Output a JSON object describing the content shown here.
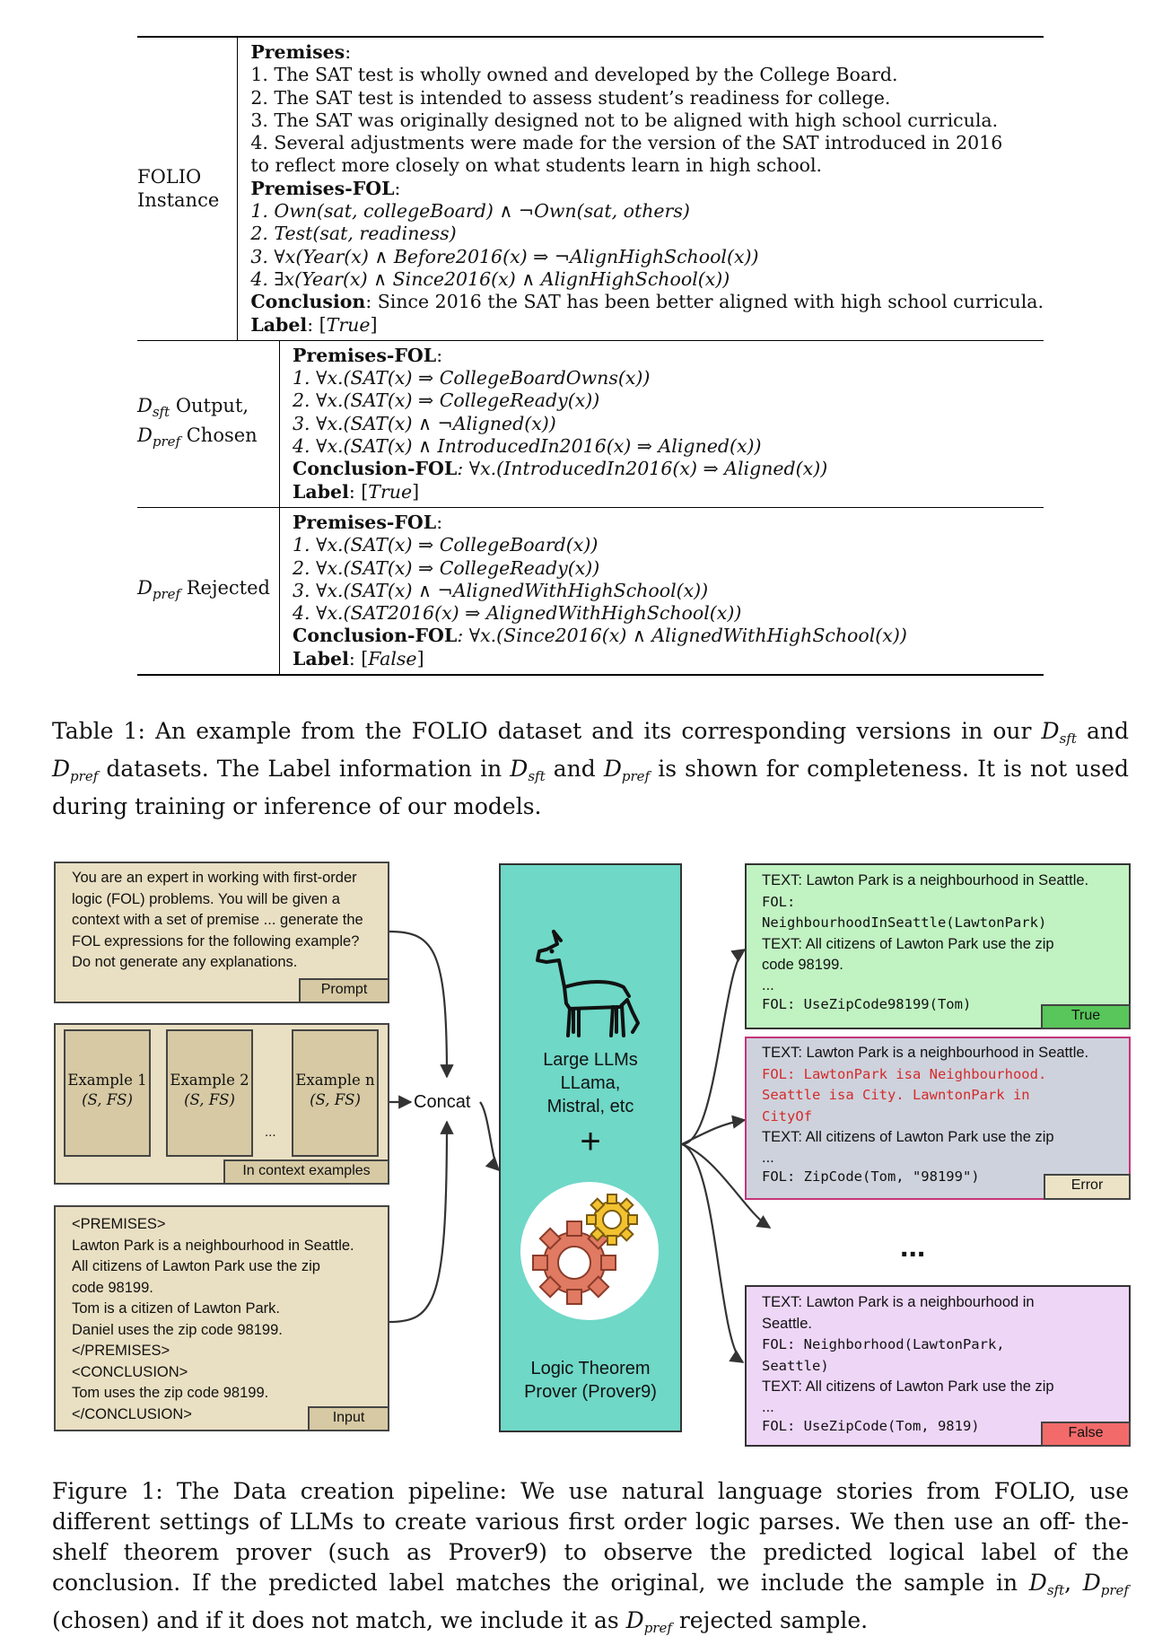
{
  "table": {
    "row1": {
      "left": [
        "FOLIO",
        "Instance"
      ],
      "premises_heading": "Premises",
      "premises": [
        "1. The SAT test is wholly owned and developed by the College Board.",
        "2. The SAT test is intended to assess student’s readiness for college.",
        "3. The SAT was originally designed not to be aligned with high school curricula.",
        "4. Several adjustments were made for the version of the SAT introduced in 2016",
        "to reflect more closely on what students learn in high school."
      ],
      "fol_heading": "Premises-FOL",
      "fol": [
        "1. Own(sat, collegeBoard) ∧ ¬Own(sat, others)",
        "2. Test(sat, readiness)",
        "3. ∀x(Year(x) ∧ Before2016(x) ⇒ ¬AlignHighSchool(x))",
        "4. ∃x(Year(x) ∧ Since2016(x) ∧ AlignHighSchool(x))"
      ],
      "conclusion_heading": "Conclusion",
      "conclusion": ": Since 2016 the SAT has been better aligned with high school curricula.",
      "label_heading": "Label",
      "label": "True"
    },
    "row2": {
      "left_a": "Output,",
      "left_b": "Chosen",
      "fol_heading": "Premises-FOL",
      "fol": [
        "1. ∀x.(SAT(x) ⇒ CollegeBoardOwns(x))",
        "2. ∀x.(SAT(x) ⇒ CollegeReady(x))",
        "3. ∀x.(SAT(x) ∧ ¬Aligned(x))",
        "4. ∀x.(SAT(x) ∧ IntroducedIn2016(x) ⇒ Aligned(x))"
      ],
      "conclusion_heading": "Conclusion-FOL",
      "conclusion": ": ∀x.(IntroducedIn2016(x) ⇒ Aligned(x))",
      "label_heading": "Label",
      "label": "True"
    },
    "row3": {
      "left": "Rejected",
      "fol_heading": "Premises-FOL",
      "fol": [
        "1. ∀x.(SAT(x) ⇒ CollegeBoard(x))",
        "2. ∀x.(SAT(x) ⇒ CollegeReady(x))",
        "3. ∀x.(SAT(x) ∧ ¬AlignedWithHighSchool(x))",
        "4. ∀x.(SAT2016(x) ⇒ AlignedWithHighSchool(x))"
      ],
      "conclusion_heading": "Conclusion-FOL",
      "conclusion": ": ∀x.(Since2016(x) ∧ AlignedWithHighSchool(x))",
      "label_heading": "Label",
      "label": "False"
    },
    "d_symbol": "D",
    "sub_sft": "sft",
    "sub_pref": "pref"
  },
  "caption1": {
    "lead": "Table 1: An example from the FOLIO dataset and its corresponding versions in our",
    "and1": "and",
    "line2a": "datasets. The Label information in",
    "and2": "and",
    "line2b": "is shown for completeness. It is not used during",
    "line3": "training or inference of our models."
  },
  "figure": {
    "prompt_text": "You are an expert in working with first-order logic (FOL) problems. You will be given a context with a set of premise ... generate the FOL expressions for the following example? Do not generate any explanations.",
    "prompt_tag": "Prompt",
    "examples": [
      {
        "title": "Example 1",
        "sub": "(S, FS)"
      },
      {
        "title": "Example 2",
        "sub": "(S, FS)"
      },
      {
        "title": "Example n",
        "sub": "(S, FS)"
      }
    ],
    "ellipsis": "...",
    "examples_tag": "In context examples",
    "concat": "Concat",
    "input_lines": [
      "<PREMISES>",
      "Lawton Park is a neighbourhood in Seattle.",
      "All citizens of Lawton Park use the zip",
      "code 98199.",
      "Tom is a citizen of Lawton Park.",
      "Daniel uses the zip code 98199.",
      "</PREMISES>",
      "<CONCLUSION>",
      "Tom uses the zip code 98199.",
      "</CONCLUSION>"
    ],
    "input_tag": "Input",
    "llm_label": [
      "Large LLMs",
      "LLama,",
      "Mistral, etc"
    ],
    "plus": "+",
    "prover_label": [
      "Logic Theorem",
      "Prover (Prover9)"
    ],
    "out_true": {
      "t1": "TEXT: Lawton Park is a neighbourhood in Seattle.",
      "f1a": "FOL:",
      "f1b": "NeighbourhoodInSeattle(LawtonPark)",
      "t2a": "TEXT: All citizens of Lawton Park use the zip",
      "t2b": "code 98199.",
      "dots": "...",
      "f2": "FOL: UseZipCode98199(Tom)",
      "tag": "True"
    },
    "out_error": {
      "t1": "TEXT: Lawton Park is a neighbourhood in Seattle.",
      "f1a": "FOL: LawtonPark isa Neighbourhood.",
      "f1b": "Seattle isa City. LawntonPark in",
      "f1c": "CityOf",
      "t2": "TEXT: All citizens of Lawton Park use the zip",
      "dots": "...",
      "f2": "FOL: ZipCode(Tom, \"98199\")",
      "tag": "Error"
    },
    "middle_dots": "...",
    "out_false": {
      "t1a": "TEXT: Lawton Park is a neighbourhood in",
      "t1b": "Seattle.",
      "f1a": "FOL: Neighborhood(LawtonPark,",
      "f1b": "Seattle)",
      "t2": "TEXT: All citizens of Lawton Park use the zip",
      "dots": "...",
      "f2": "FOL: UseZipCode(Tom, 9819)",
      "tag": "False"
    },
    "colors": {
      "tan": "#e9dfc2",
      "teal": "#6fd8c7",
      "green": "#c1f2c2",
      "green_tag": "#58c65a",
      "error_bg": "#ced2dc",
      "error_border": "#c4357a",
      "purple": "#eed6f7",
      "false_tag": "#f36a6a"
    }
  },
  "caption2": {
    "l1": "Figure 1: The Data creation pipeline: We use natural language stories from FOLIO, use",
    "l2": "different settings of LLMs to create various first order logic parses. We then use an off-",
    "l3": "the-shelf theorem prover (such as Prover9) to observe the predicted logical label of the",
    "l4": "conclusion. If the predicted label matches the original, we include the sample in",
    "l4b": ",",
    "l5a": "(chosen) and if it does not match, we include it as",
    "l5b": "rejected sample."
  }
}
